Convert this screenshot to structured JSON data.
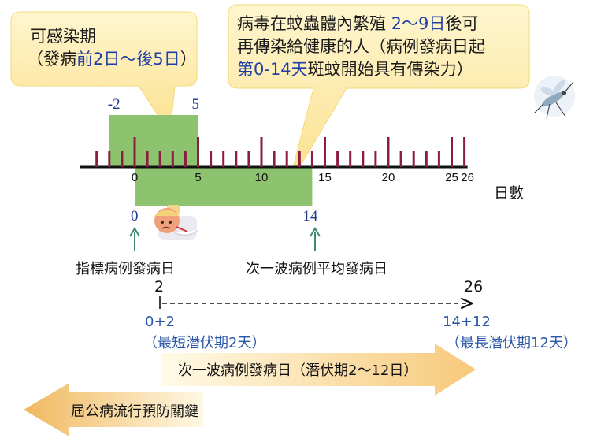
{
  "bubble_left": {
    "line1": "可感染期",
    "line2_pre": "（發病",
    "line2_hl": "前2日～後5日",
    "line2_post": "）"
  },
  "bubble_right": {
    "line1_pre": "病毒在蚊蟲體內繁殖",
    "line1_hl": "2～9日",
    "line1_post": "後可",
    "line2": "再傳染給健康的人（病例發病日起",
    "line3_hl": "第0-14天",
    "line3_post": "斑蚊開始具有傳染力）"
  },
  "timeline": {
    "axis_start": -4,
    "axis_end": 26,
    "tick_labels": [
      "0",
      "5",
      "10",
      "15",
      "20",
      "25",
      "26"
    ],
    "tick_label_values": [
      0,
      5,
      10,
      15,
      20,
      25,
      26
    ],
    "unit_label": "日數",
    "infectious_window": {
      "start": -2,
      "end": 5,
      "start_label": "-2",
      "end_label": "5"
    },
    "mosquito_window": {
      "start": 0,
      "end": 14,
      "start_label": "0",
      "end_label": "14"
    }
  },
  "markers": {
    "index_case": "指標病例發病日",
    "next_wave": "次一波病例平均發病日"
  },
  "range": {
    "start_label": "2",
    "end_label": "26",
    "min_formula": "0+2",
    "max_formula": "14+12",
    "min_note": "（最短潛伏期2天）",
    "max_note": "（最長潛伏期12天）"
  },
  "arrow_right": {
    "label": "次一波病例發病日（潛伏期2～12日）"
  },
  "arrow_left": {
    "label": "屆公病流行預防關鍵"
  },
  "colors": {
    "green_box": "#8dc26f",
    "tick": "#8b1e3f",
    "bubble": "#fde9a6",
    "arrow_marker": "#3f8a6a",
    "blue_text": "#2a57a8"
  },
  "icons": {
    "patient": "sick-patient-icon",
    "mosquito": "mosquito-icon"
  }
}
